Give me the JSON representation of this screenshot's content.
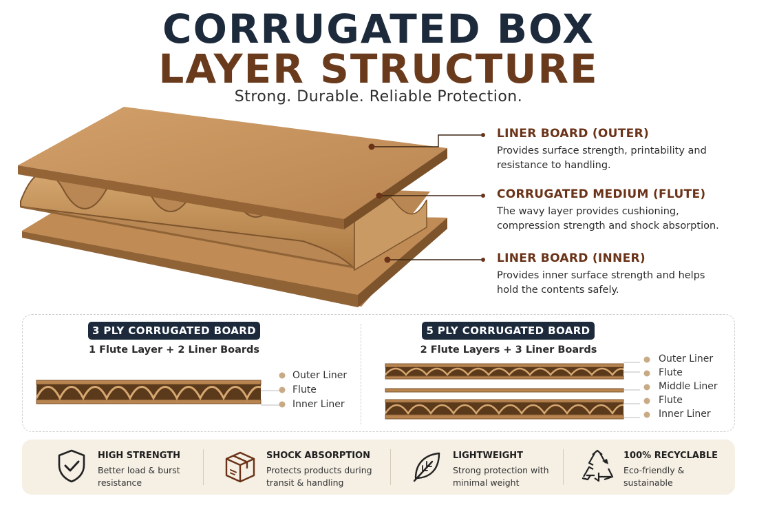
{
  "header": {
    "title_line1": "CORRUGATED BOX",
    "title_line2": "LAYER STRUCTURE",
    "subtitle": "Strong. Durable. Reliable Protection."
  },
  "colors": {
    "navy": "#1c2a3c",
    "brown": "#6a3a1c",
    "kraft": "#c9935c",
    "kraft_dark": "#8f6336",
    "cream": "#f5efe4"
  },
  "callouts": [
    {
      "title": "LINER BOARD (OUTER)",
      "desc": "Provides surface strength, printability and resistance to handling."
    },
    {
      "title": "CORRUGATED MEDIUM (FLUTE)",
      "desc": "The wavy layer provides cushioning, compression strength and shock absorption."
    },
    {
      "title": "LINER BOARD (INNER)",
      "desc": "Provides inner surface strength and helps hold the contents safely."
    }
  ],
  "ply3": {
    "tag": "3 PLY CORRUGATED BOARD",
    "subtitle": "1 Flute Layer + 2 Liner Boards",
    "layers": [
      "Outer Liner",
      "Flute",
      "Inner Liner"
    ]
  },
  "ply5": {
    "tag": "5 PLY CORRUGATED BOARD",
    "subtitle": "2 Flute Layers + 3 Liner Boards",
    "layers": [
      "Outer Liner",
      "Flute",
      "Middle Liner",
      "Flute",
      "Inner Liner"
    ]
  },
  "features": [
    {
      "icon": "shield-check-icon",
      "title": "HIGH STRENGTH",
      "desc": "Better load & burst resistance"
    },
    {
      "icon": "box-icon",
      "title": "SHOCK ABSORPTION",
      "desc": "Protects products during transit & handling"
    },
    {
      "icon": "leaf-icon",
      "title": "LIGHTWEIGHT",
      "desc": "Strong protection with minimal weight"
    },
    {
      "icon": "recycle-icon",
      "title": "100% RECYCLABLE",
      "desc": "Eco-friendly & sustainable"
    }
  ]
}
